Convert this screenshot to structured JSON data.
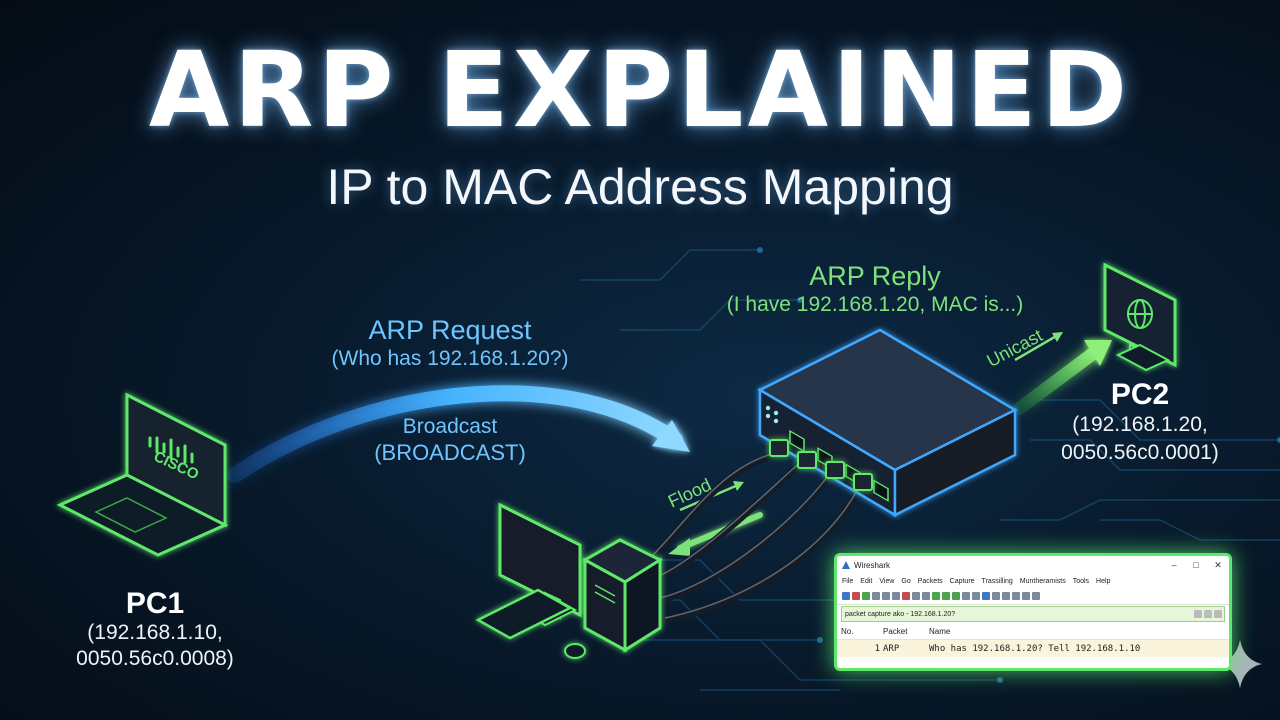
{
  "title": "ARP EXPLAINED",
  "subtitle": "IP to MAC Address Mapping",
  "pc1": {
    "name": "PC1",
    "ip": "(192.168.1.10,",
    "mac": "0050.56c0.0008)",
    "logo": "CISCO"
  },
  "pc2": {
    "name": "PC2",
    "ip": "(192.168.1.20,",
    "mac": "0050.56c0.0001)"
  },
  "arp_request": {
    "label": "ARP Request",
    "question": "(Who has 192.168.1.20?)",
    "type": "Broadcast",
    "type_caps": "(BROADCAST)"
  },
  "arp_reply": {
    "label": "ARP Reply",
    "answer": "(I have 192.168.1.20, MAC is...)",
    "type": "Unicast"
  },
  "flood_label": "Flood",
  "colors": {
    "request": "#6ec5ff",
    "reply": "#7ee27a",
    "glow": "#5ee86b"
  },
  "wireshark": {
    "app_name": "Wireshark",
    "window_controls": [
      "–",
      "□",
      "✕"
    ],
    "menu": [
      "File",
      "Edit",
      "View",
      "Go",
      "Packets",
      "Capture",
      "Trassilling",
      "Muntheramists",
      "Tools",
      "Help"
    ],
    "filter_text": "packet capture ako - 192.168.1.20?",
    "columns": [
      "No.",
      "Packet",
      "Name"
    ],
    "rows": [
      {
        "no": "1",
        "packet": "ARP",
        "name": "Who has 192.168.1.20? Tell 192.168.1.10"
      }
    ]
  }
}
